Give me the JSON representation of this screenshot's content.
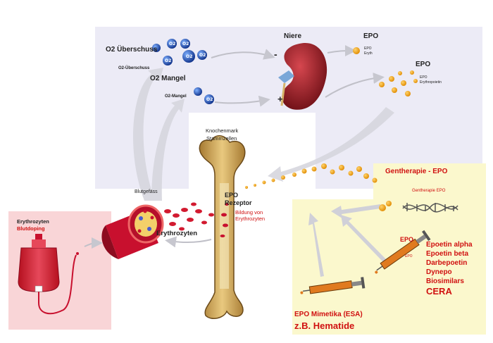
{
  "labels": {
    "o2_surplus_title": "O2 Überschuss",
    "o2_surplus_small": "O2-Überschuss",
    "o2_lack_title": "O2 Mangel",
    "o2_lack_small": "O2-Mangel",
    "o2_molecule": "O2",
    "kidney": "Niere",
    "minus": "-",
    "plus": "+",
    "epo_top": "EPO",
    "epo_top_small_1": "EPO",
    "epo_top_small_2": "Eryth",
    "epo_right": "EPO",
    "epo_right_small_1": "EPO",
    "epo_right_small_2": "Erythropoietin",
    "bone_marrow_1": "Knochenmark",
    "bone_marrow_2": "Stammzellen",
    "epo_receptor_1": "EPO",
    "epo_receptor_2": "Rezeptor",
    "formation_1": "Bildung von",
    "formation_2": "Erythrozyten",
    "blood_vessel": "Blutgefäss",
    "erythrocytes": "Erythrozyten",
    "blood_panel_title": "Erythrozyten",
    "blood_panel_subtitle": "Blutdoping",
    "gene_therapy_title": "Gentherapie - EPO",
    "gene_therapy_small": "Gentherapie EPO",
    "epo_syringe": "EPO",
    "epo_syringe_small": "EPO",
    "drug_list": [
      "Epoetin alpha",
      "Epoetin beta",
      "Darbepoetin",
      "Dynepo",
      "Biosimilars",
      "CERA"
    ],
    "mimetics_1": "EPO Mimetika (ESA)",
    "mimetics_2": "z.B. Hematide"
  },
  "colors": {
    "panel_top": "#ecebf6",
    "panel_blood": "#f9d5d7",
    "panel_therapy": "#fbf8cd",
    "red_text": "#d01010",
    "epo_orange": "#f5a623",
    "blood_red": "#c8102e",
    "o2_blue": "#1a4fb0",
    "kidney_red": "#9a1b22",
    "bone_tan": "#d9b56a"
  }
}
